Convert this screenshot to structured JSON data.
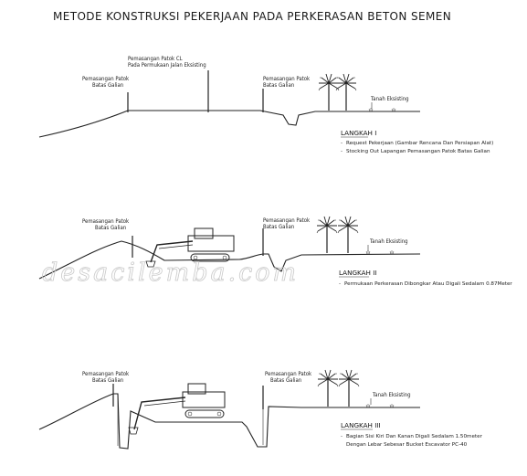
{
  "title": "METODE KONSTRUKSI PEKERJAAN  PADA PERKERASAN BETON SEMEN",
  "watermark": "desacilemba.com",
  "panels": [
    {
      "labels": {
        "patok_left": [
          "Pemasangan Patok",
          "Batas Galian"
        ],
        "patok_cl": [
          "Pemasangan Patok CL",
          "Pada Permukaan Jalan Eksisting"
        ],
        "patok_right": [
          "Pemasangan Patok",
          "Batas Galian"
        ],
        "tanah": "Tanah Eksisting"
      },
      "step_title": "LANGKAH I",
      "notes": [
        "Request Pekerjaan (Gambar Rencana Dan Persiapan Alat)",
        "Stocking Out Lapangan Pemasangan Patok Batas Galian"
      ]
    },
    {
      "labels": {
        "patok_left": [
          "Pemasangan Patok",
          "Batas Galian"
        ],
        "patok_right": [
          "Pemasangan Patok",
          "Batas Galian"
        ],
        "tanah": "Tanah Eksisting"
      },
      "step_title": "LANGKAH II",
      "notes": [
        "Permukaan Perkerasan Dibongkar Atau Digali Sedalam 0.87Meter"
      ]
    },
    {
      "labels": {
        "patok_left": [
          "Pemasangan Patok",
          "Batas Galian"
        ],
        "patok_right": [
          "Pemasangan Patok",
          "Batas Galian"
        ],
        "tanah": "Tanah Eksisting"
      },
      "step_title": "LANGKAH III",
      "notes": [
        "Bagian Sisi Kiri Dan Kanan Digali Sedalam 1.50meter",
        "Dengan Lebar Sebesar Bucket Escavator PC-40"
      ]
    }
  ],
  "note_bullet": "-"
}
